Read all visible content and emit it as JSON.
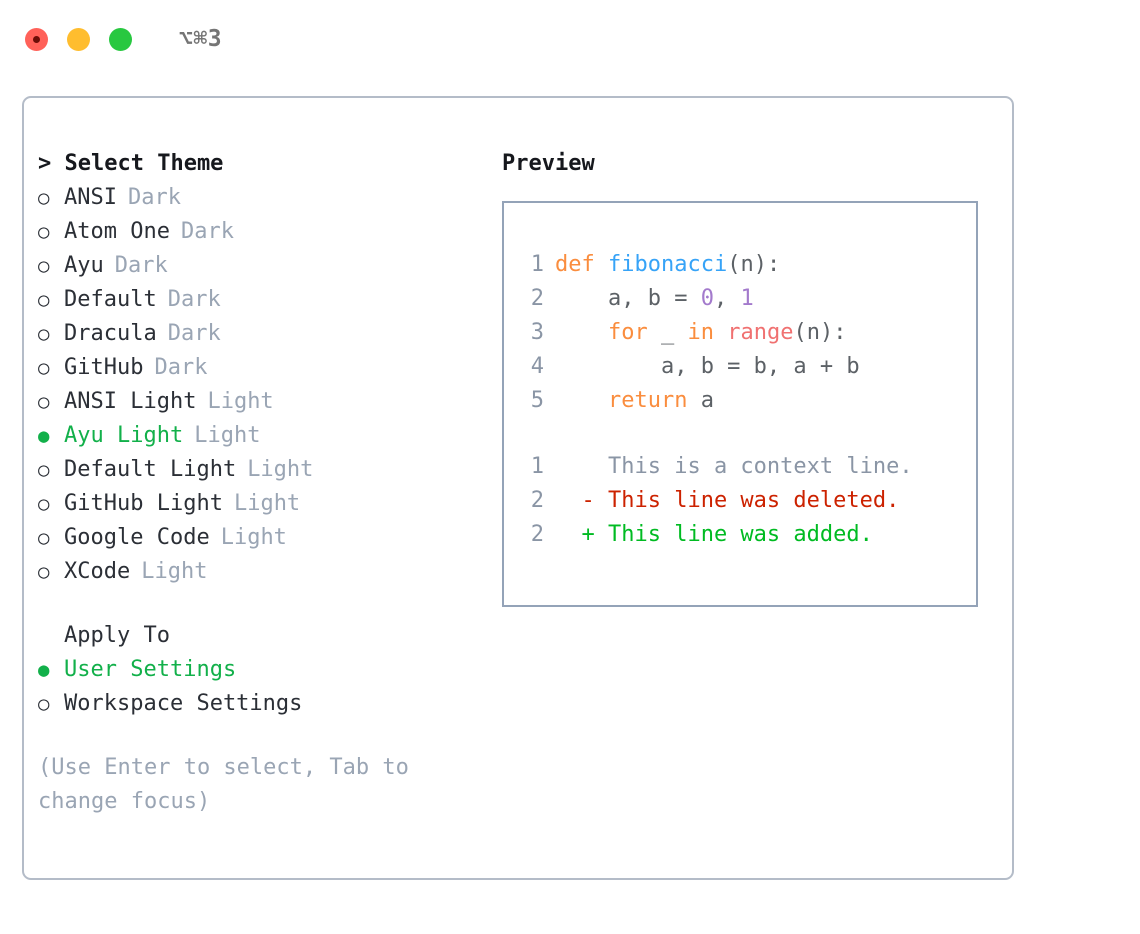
{
  "titlebar": {
    "shortcut": "⌥⌘3",
    "lights": [
      {
        "name": "close",
        "color": "#ff6159"
      },
      {
        "name": "minimize",
        "color": "#ffbd2e"
      },
      {
        "name": "maximize",
        "color": "#28c840"
      }
    ]
  },
  "theme_list": {
    "header": "> Select Theme",
    "marker_selected": "●",
    "marker_unselected": "○",
    "items": [
      {
        "label": "ANSI",
        "kind": "Dark",
        "selected": false
      },
      {
        "label": "Atom One",
        "kind": "Dark",
        "selected": false
      },
      {
        "label": "Ayu",
        "kind": "Dark",
        "selected": false
      },
      {
        "label": "Default",
        "kind": "Dark",
        "selected": false
      },
      {
        "label": "Dracula",
        "kind": "Dark",
        "selected": false
      },
      {
        "label": "GitHub",
        "kind": "Dark",
        "selected": false
      },
      {
        "label": "ANSI Light",
        "kind": "Light",
        "selected": false
      },
      {
        "label": "Ayu Light",
        "kind": "Light",
        "selected": true
      },
      {
        "label": "Default Light",
        "kind": "Light",
        "selected": false
      },
      {
        "label": "GitHub Light",
        "kind": "Light",
        "selected": false
      },
      {
        "label": "Google Code",
        "kind": "Light",
        "selected": false
      },
      {
        "label": "XCode",
        "kind": "Light",
        "selected": false
      }
    ]
  },
  "apply_to": {
    "header": "Apply To",
    "items": [
      {
        "label": "User Settings",
        "selected": true
      },
      {
        "label": "Workspace Settings",
        "selected": false
      }
    ]
  },
  "hint": "(Use Enter to select, Tab to change focus)",
  "preview": {
    "header": "Preview",
    "code_lines": [
      {
        "num": "1",
        "tokens": [
          {
            "t": "def ",
            "c": "kw"
          },
          {
            "t": "fibonacci",
            "c": "fn"
          },
          {
            "t": "(n):",
            "c": "punct"
          }
        ]
      },
      {
        "num": "2",
        "tokens": [
          {
            "t": "    a, b = ",
            "c": "plain"
          },
          {
            "t": "0",
            "c": "num"
          },
          {
            "t": ", ",
            "c": "plain"
          },
          {
            "t": "1",
            "c": "num"
          }
        ]
      },
      {
        "num": "3",
        "tokens": [
          {
            "t": "    ",
            "c": "plain"
          },
          {
            "t": "for",
            "c": "kw"
          },
          {
            "t": " _ ",
            "c": "plain"
          },
          {
            "t": "in",
            "c": "kw"
          },
          {
            "t": " ",
            "c": "plain"
          },
          {
            "t": "range",
            "c": "call"
          },
          {
            "t": "(n):",
            "c": "punct"
          }
        ]
      },
      {
        "num": "4",
        "tokens": [
          {
            "t": "        a, b = b, a + b",
            "c": "plain"
          }
        ]
      },
      {
        "num": "5",
        "tokens": [
          {
            "t": "    ",
            "c": "plain"
          },
          {
            "t": "return",
            "c": "kw"
          },
          {
            "t": " a",
            "c": "plain"
          }
        ]
      }
    ],
    "diff_lines": [
      {
        "num": "1",
        "sign": "  ",
        "text": "This is a context line.",
        "kind": "ctx"
      },
      {
        "num": "2",
        "sign": "- ",
        "text": "This line was deleted.",
        "kind": "del"
      },
      {
        "num": "2",
        "sign": "+ ",
        "text": "This line was added.",
        "kind": "add"
      }
    ]
  },
  "colors": {
    "accent_green": "#12b04a",
    "muted": "#9aa5b4",
    "border": "#b4bcc8",
    "preview_border": "#94a3b8",
    "keyword": "#fa8d3e",
    "function": "#36a3f7",
    "number": "#a37acc",
    "call": "#f07171",
    "diff_added": "#00bb22",
    "diff_deleted": "#cc2200"
  }
}
